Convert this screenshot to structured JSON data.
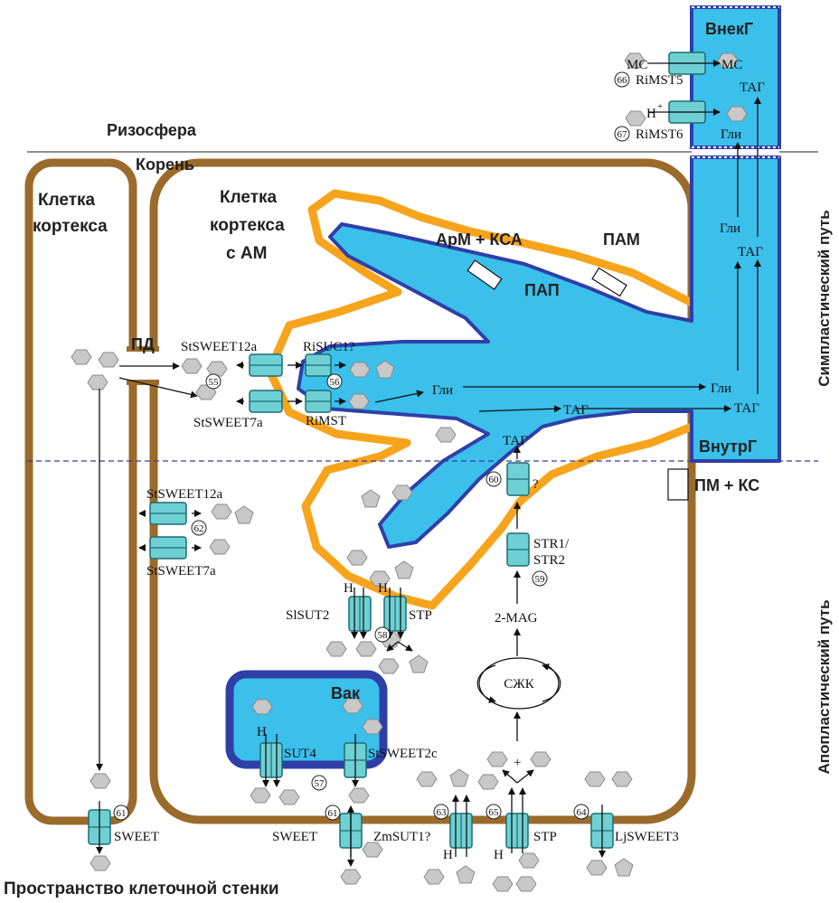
{
  "regions": {
    "rhizosphere": "Ризосфера",
    "root": "Корень",
    "cortex_cell": "Клетка кортекса",
    "am_cortex_cell": "Клетка кортекса с АМ",
    "pd": "ПД",
    "apm_ksa": "АрМ + КСА",
    "pam": "ПАМ",
    "pap": "ПАП",
    "ext_hyphae": "ВнекГ",
    "int_hyphae": "ВнутрГ",
    "pm_ks": "ПМ + КС",
    "vacuole": "Вак",
    "cell_wall_space": "Пространство клеточной стенки",
    "symplastic": "Симпластический путь",
    "apoplastic": "Апопластический путь"
  },
  "transporters": {
    "stsweet12a_top": "StSWEET12a",
    "risuc1": "RiSUC1?",
    "stsweet7a_top": "StSWEET7a",
    "rimst": "RiMST",
    "rimst5": "RiMST5",
    "rimst6": "RiMST6",
    "stsweet12a_mid": "StSWEET12a",
    "stsweet7a_mid": "StSWEET7a",
    "slsut2": "SlSUT2",
    "stp_mid": "STP",
    "str1": "STR1/",
    "str2": "STR2",
    "sut4": "SUT4",
    "stsweet2c": "StSWEET2c",
    "sweet_left": "SWEET",
    "sweet_mid": "SWEET",
    "zmsut1": "ZmSUT1?",
    "stp_bottom": "STP",
    "ljsweet3": "LjSWEET3",
    "unknown": "?"
  },
  "metabolites": {
    "ms1": "МС",
    "ms2": "МС",
    "tag": "ТАГ",
    "gli": "Гли",
    "mag": "2-MAG",
    "szhk": "СЖК",
    "h_plus": "H",
    "plus_sign": "+"
  },
  "numbers": [
    "55",
    "56",
    "57",
    "58",
    "59",
    "60",
    "61",
    "62",
    "63",
    "64",
    "65",
    "66",
    "67"
  ],
  "colors": {
    "plant_wall": "#9a6b2a",
    "fungal_membrane": "#f7a41d",
    "hyphae_fill": "#3bbfeb",
    "hyphae_border": "#2f3fa8",
    "transporter": "#6fd0d3"
  }
}
